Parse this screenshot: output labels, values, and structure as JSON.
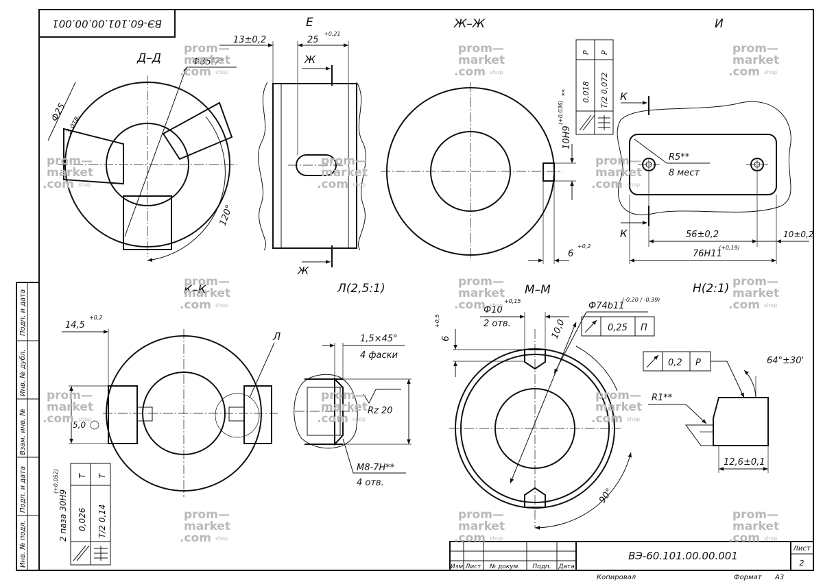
{
  "title_block": {
    "designation": "ВЭ-60.101.00.00.001",
    "designation_mirrored": "ВЭ-60.101.00.00.001",
    "sheet_label": "Лист",
    "sheet_number": "2",
    "columns": [
      "Изм",
      "Лист",
      "№ докум.",
      "Подп.",
      "Дата"
    ],
    "copied_label": "Копировал",
    "format_label": "Формат",
    "format_value": "А3"
  },
  "side_strip": [
    "Подп. и дата",
    "Инв. № дубл.",
    "Взам. инв. №",
    "Подп. и дата",
    "Инв. № подл."
  ],
  "views": {
    "dd": "Д–Д",
    "e": "Е",
    "zhzh": "Ж–Ж",
    "i": "И",
    "kk": "К–К",
    "l": "Л(2,5:1)",
    "mm": "М–М",
    "n": "Н(2:1)"
  },
  "dims": {
    "dd_diam_shaft": "Ф85f7*",
    "dd_diam_holes": "Ф25",
    "dd_holes_count": "3 отв.",
    "dd_angle": "120°",
    "e_dim_13": "13±0,2",
    "e_dim_25": "25",
    "e_dim_25_tol": "+0,21",
    "e_cut_top": "Ж",
    "e_cut_bottom": "Ж",
    "zh_keyway": "10H9",
    "zh_keyway_tol": "(+0,036)",
    "zh_keyway_stars": "**",
    "zh_depth": "6",
    "zh_depth_tol": "+0,2",
    "zh_tol_row1_val": "0,018",
    "zh_tol_row1_base": "P",
    "zh_tol_row2_val": "T/2 0,072",
    "zh_tol_row2_base": "P",
    "i_radius": "R5**",
    "i_count": "8 мест",
    "i_dim_56": "56±0,2",
    "i_dim_76": "76H11",
    "i_dim_76_tol": "(+0,19)",
    "i_dim_10": "10±0,2",
    "i_cut_k_top": "К",
    "i_cut_k_bottom": "К",
    "kk_dim_145": "14,5",
    "kk_dim_145_tol": "+0,2",
    "kk_dim_50": "5,0",
    "kk_slots": "2 паза 30H9",
    "kk_slots_tol": "(+0,052)",
    "kk_tol_row1_val": "0,026",
    "kk_tol_row1_base": "T",
    "kk_tol_row2_val": "T/2 0,14",
    "kk_tol_row2_base": "T",
    "kk_callout_l": "Л",
    "l_chamfer": "1,5×45°",
    "l_chamfer_count": "4 фаски",
    "l_rz": "Rz 20",
    "l_thread": "M8-7H**",
    "l_thread_count": "4 отв.",
    "mm_diam10": "Ф10",
    "mm_diam10_tol": "+0,15",
    "mm_holes2": "2 отв.",
    "mm_dim6": "6",
    "mm_dim6_tol": "+0,5",
    "mm_dim10": "10,0",
    "mm_diam74": "Ф74b11",
    "mm_diam74_tol": "(-0,20 / -0,39)",
    "mm_tol_val": "0,25",
    "mm_tol_base": "П",
    "mm_angle": "90°",
    "n_tol_val": "0,2",
    "n_tol_base": "P",
    "n_angle": "64°±30'",
    "n_radius": "R1**",
    "n_dim": "12,6±0,1"
  },
  "watermark": {
    "line1": "prom—",
    "line2": "market",
    "line3": ".com",
    "suffix": "shop"
  }
}
